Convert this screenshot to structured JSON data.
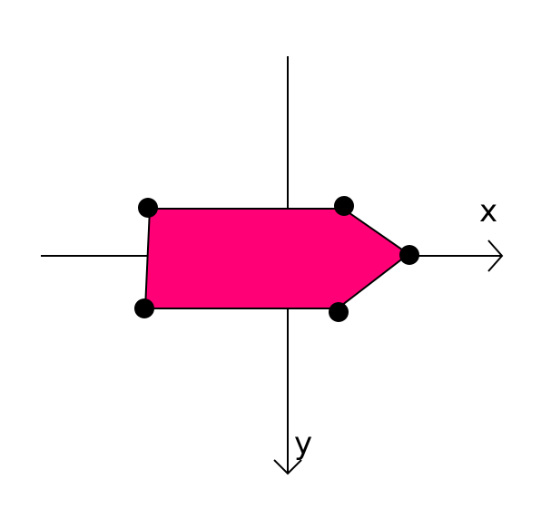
{
  "axes": {
    "x_label": "x",
    "y_label": "y"
  },
  "shape": {
    "fill_color": "#ff0077",
    "stroke_color": "#000000",
    "vertex_color": "#000000",
    "vertex_count": 5
  }
}
